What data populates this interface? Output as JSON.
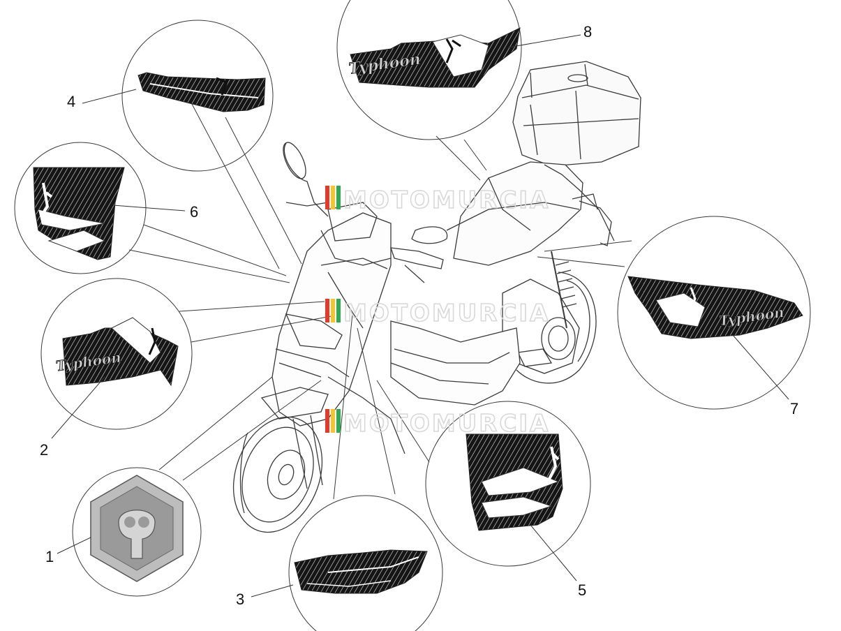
{
  "diagram": {
    "watermark": "MOTOMURCIA",
    "watermark_colors": [
      "#e23b2e",
      "#f3c530",
      "#33a852",
      "#c4c4c4"
    ],
    "brand_text": "Typhoon",
    "callouts": [
      {
        "id": "1",
        "label": "1",
        "icon": "piaggio-emblem-icon"
      },
      {
        "id": "2",
        "label": "2",
        "icon": "typhoon-decal-front-icon"
      },
      {
        "id": "3",
        "label": "3",
        "icon": "decal-side-icon"
      },
      {
        "id": "4",
        "label": "4",
        "icon": "decal-shield-icon"
      },
      {
        "id": "5",
        "label": "5",
        "icon": "decal-panel-icon"
      },
      {
        "id": "6",
        "label": "6",
        "icon": "decal-front-panel-icon"
      },
      {
        "id": "7",
        "label": "7",
        "icon": "typhoon-decal-rear-icon"
      },
      {
        "id": "8",
        "label": "8",
        "icon": "typhoon-decal-top-icon"
      }
    ]
  }
}
